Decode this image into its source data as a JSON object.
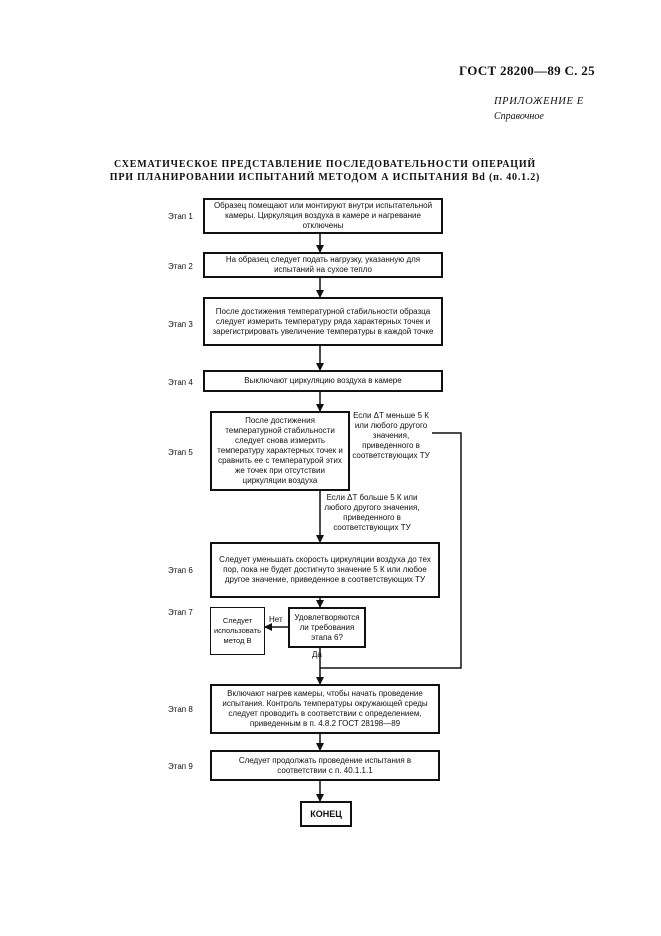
{
  "header": "ГОСТ 28200—89 С. 25",
  "appendix": {
    "label": "ПРИЛОЖЕНИЕ Е",
    "type": "Справочное"
  },
  "title": {
    "line1": "СХЕМАТИЧЕСКОЕ ПРЕДСТАВЛЕНИЕ ПОСЛЕДОВАТЕЛЬНОСТИ ОПЕРАЦИЙ",
    "line2": "ПРИ ПЛАНИРОВАНИИ ИСПЫТАНИЙ МЕТОДОМ А ИСПЫТАНИЯ Bd (п. 40.1.2)"
  },
  "steps": {
    "s1": "Этап 1",
    "s2": "Этап 2",
    "s3": "Этап 3",
    "s4": "Этап 4",
    "s5": "Этап 5",
    "s6": "Этап 6",
    "s7": "Этап 7",
    "s8": "Этап 8",
    "s9": "Этап 9"
  },
  "boxes": {
    "b1": "Образец помещают или монтируют внутри испытательной камеры. Циркуляция воздуха в камере и нагревание отключены",
    "b2": "На образец следует подать нагрузку, указанную для испытаний на сухое тепло",
    "b3": "После достижения температурной стабильности образца следует измерить температуру ряда характерных точек и зарегистрировать увеличение температуры в каждой точке",
    "b4": "Выключают циркуляцию воздуха в камере",
    "b5": "После достижения температурной стабильности следует снова измерить температуру характерных точек и сравнить ее с температурой этих же точек при отсутствии циркуляции воздуха",
    "b6": "Следует уменьшать скорость циркуляции воздуха до тех пор, пока не будет достигнуто значение 5 К или любое другое значение, приведенное в соответствующих ТУ",
    "b7_question": "Удовлетворяются ли требования этапа 6?",
    "b7_method": "Следует использовать метод В",
    "b8": "Включают нагрев камеры, чтобы начать проведение испытания. Контроль температуры окружающей среды следует проводить в соответствии с определением, приведенным в п. 4.8.2 ГОСТ 28198—89",
    "b9": "Следует продолжать проведение испытания в соответствии с п. 40.1.1.1",
    "end": "КОНЕЦ"
  },
  "notes": {
    "less": "Если ΔT меньше 5 К или любого другого значения, приведенного в соответствующих ТУ",
    "more": "Если ΔT больше 5 К или любого другого значения, приведенного в соответствующих ТУ",
    "no": "Нет",
    "yes": "Да"
  }
}
